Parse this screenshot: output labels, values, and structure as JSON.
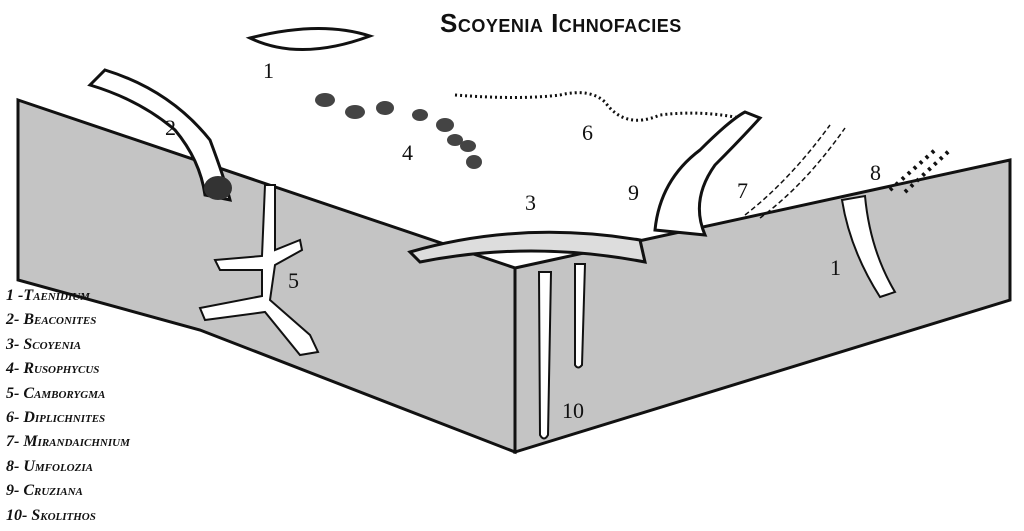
{
  "title": "Scoyenia Ichnofacies",
  "legend": [
    "1 -Taenidium",
    "2- Beaconites",
    "3- Scoyenia",
    "4- Rusophycus",
    "5- Camborygma",
    "6- Diplichnites",
    "7- Mirandaichnium",
    "8- Umfolozia",
    "9- Cruziana",
    "10- Skolithos"
  ],
  "labels": {
    "l1a": "1",
    "l1b": "1",
    "l2": "2",
    "l3": "3",
    "l4": "4",
    "l5": "5",
    "l6": "6",
    "l7": "7",
    "l8": "8",
    "l9": "9",
    "l10": "10"
  },
  "colors": {
    "side": "#c4c4c4",
    "top": "#ffffff",
    "line": "#111111"
  }
}
